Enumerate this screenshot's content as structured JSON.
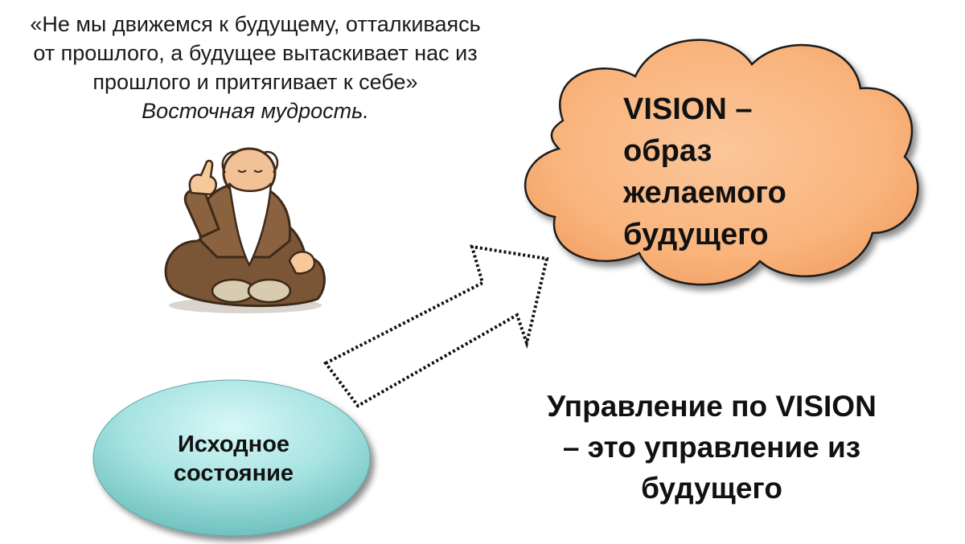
{
  "quote": {
    "lines": [
      "«Не мы движемся к будущему, отталкиваясь",
      "от прошлого, а будущее вытаскивает нас из",
      "прошлого и притягивает к себе»"
    ],
    "author": "Восточная мудрость."
  },
  "vision_cloud": {
    "lines": [
      "VISION –",
      "образ",
      "желаемого",
      "будущего"
    ],
    "fill_color": "#f9b47c"
  },
  "origin_ellipse": {
    "lines": [
      "Исходное",
      "состояние"
    ],
    "fill_color": "#8ed9d8"
  },
  "statement": {
    "lines": [
      "Управление по VISION",
      "– это управление из",
      "будущего"
    ]
  },
  "arrow": {
    "style": "dotted-outline",
    "from": "origin_ellipse",
    "to": "vision_cloud"
  },
  "illustration": {
    "icon": "sage-icon"
  }
}
